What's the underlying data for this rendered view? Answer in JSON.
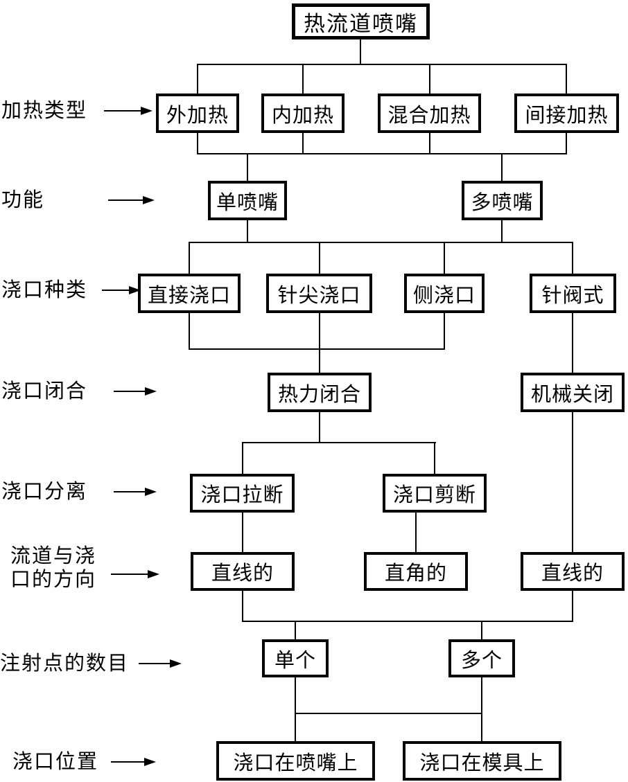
{
  "diagram": {
    "root_label": "热流道喷嘴",
    "rows": [
      {
        "category": "加热类型",
        "nodes": [
          "外加热",
          "内加热",
          "混合加热",
          "间接加热"
        ]
      },
      {
        "category": "功能",
        "nodes": [
          "单喷嘴",
          "多喷嘴"
        ]
      },
      {
        "category": "浇口种类",
        "nodes": [
          "直接浇口",
          "针尖浇口",
          "侧浇口",
          "针阀式"
        ]
      },
      {
        "category": "浇口闭合",
        "nodes": [
          "热力闭合",
          "机械关闭"
        ]
      },
      {
        "category": "浇口分离",
        "nodes": [
          "浇口拉断",
          "浇口剪断"
        ]
      },
      {
        "category": "流道与浇口的方向",
        "category_lines": [
          "流道与浇",
          "口的方向"
        ],
        "nodes": [
          "直线的",
          "直角的",
          "直线的"
        ]
      },
      {
        "category": "注射点的数目",
        "nodes": [
          "单个",
          "多个"
        ]
      },
      {
        "category": "浇口位置",
        "nodes": [
          "浇口在喷嘴上",
          "浇口在模具上"
        ]
      }
    ],
    "colors": {
      "line": "#000000",
      "text": "#000000",
      "background": "#ffffff",
      "box_border": "#000000"
    }
  }
}
